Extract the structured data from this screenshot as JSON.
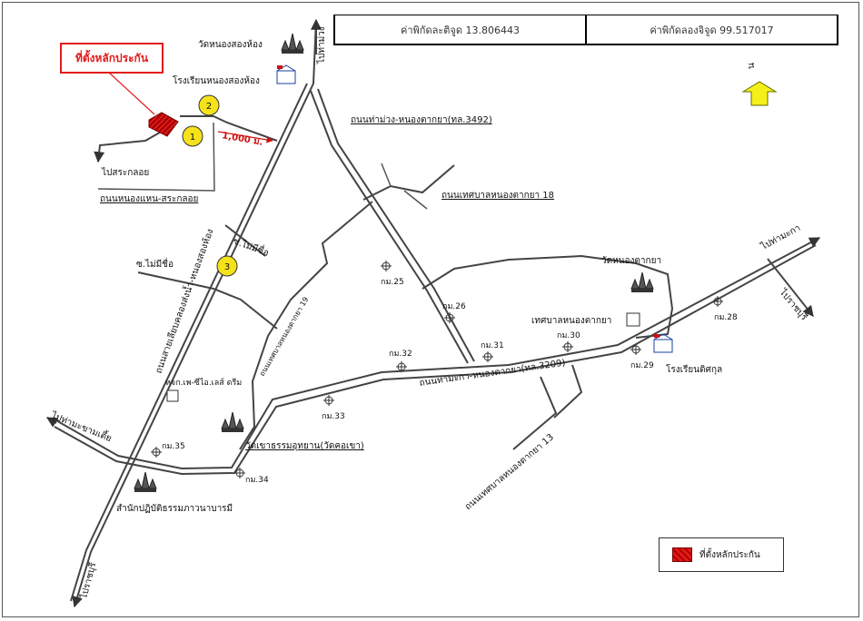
{
  "coordinates": {
    "latitude": "ค่าพิกัดละติจูด 13.806443",
    "longitude": "ค่าพิกัดลองจิจูด 99.517017"
  },
  "north_label": "น",
  "site_callout": "ที่ตั้งหลักประกัน",
  "legend": {
    "label": "ที่ตั้งหลักประกัน"
  },
  "markers": {
    "m1": "1",
    "m2": "2",
    "m3": "3"
  },
  "distance_label": "1,000 ม.",
  "places": {
    "temple_nong_song_hong": "วัดหนองสองห้อง",
    "school_nong_song_hong": "โรงเรียนหนองสองห้อง",
    "temple_nong_takaya": "วัดหนองตากยา",
    "municipality_nong_takaya": "เทศบาลหนองตากยา",
    "school_dit_sakul": "โรงเรียนดิศกุล",
    "temple_khao_tham": "วัดเขาธรรมอุทยาน(วัดคอเขา)",
    "meditation_center": "สำนักปฏิบัติธรรมภาวนาบารมี",
    "pt_office": "หจก.เพ-ซีไอ.เลส์ ดรีม"
  },
  "roads": {
    "to_tha_muang": "ไปท่าม่วง",
    "road_3492": "ถนนท่าม่วง-หนองตากยา(ทล.3492)",
    "to_sa_krachom": "ไปสระกลอย",
    "road_nong_haen": "ถนนหนองแหน-สระกลอย",
    "road_muni_18": "ถนนเทศบาลหนองตากยา 18",
    "soi_no_name_1": "ซ.ไม่มีชื่อ",
    "soi_no_name_2": "ซ.ไม่มีชื่อ",
    "road_mae_nam": "ถนนสายเลียบคลองส่งน้ำ-หนองสองห้อง",
    "road_muni_19": "ถนนเทศบาลหนองตากยา 19",
    "to_tha_maka": "ไปท่ามะกา",
    "to_ratchaburi_right": "ไปราชบุรี",
    "road_3209": "ถนนท่ามะกา-หนองตากยา(ทล.3209)",
    "to_tha_maka_kham": "ไปท่ามะขามเตี้ย",
    "road_muni_13": "ถนนเทศบาลหนองตากยา 13",
    "to_ratchaburi_bottom": "ไปราชบุรี"
  },
  "km_posts": [
    "กม.25",
    "กม.26",
    "กม.28",
    "กม.29",
    "กม.30",
    "กม.31",
    "กม.32",
    "กม.33",
    "กม.34",
    "กม.35"
  ],
  "colors": {
    "site": "#e31b1b",
    "marker": "#f5e21b",
    "north_arrow": "#f4f01a"
  }
}
